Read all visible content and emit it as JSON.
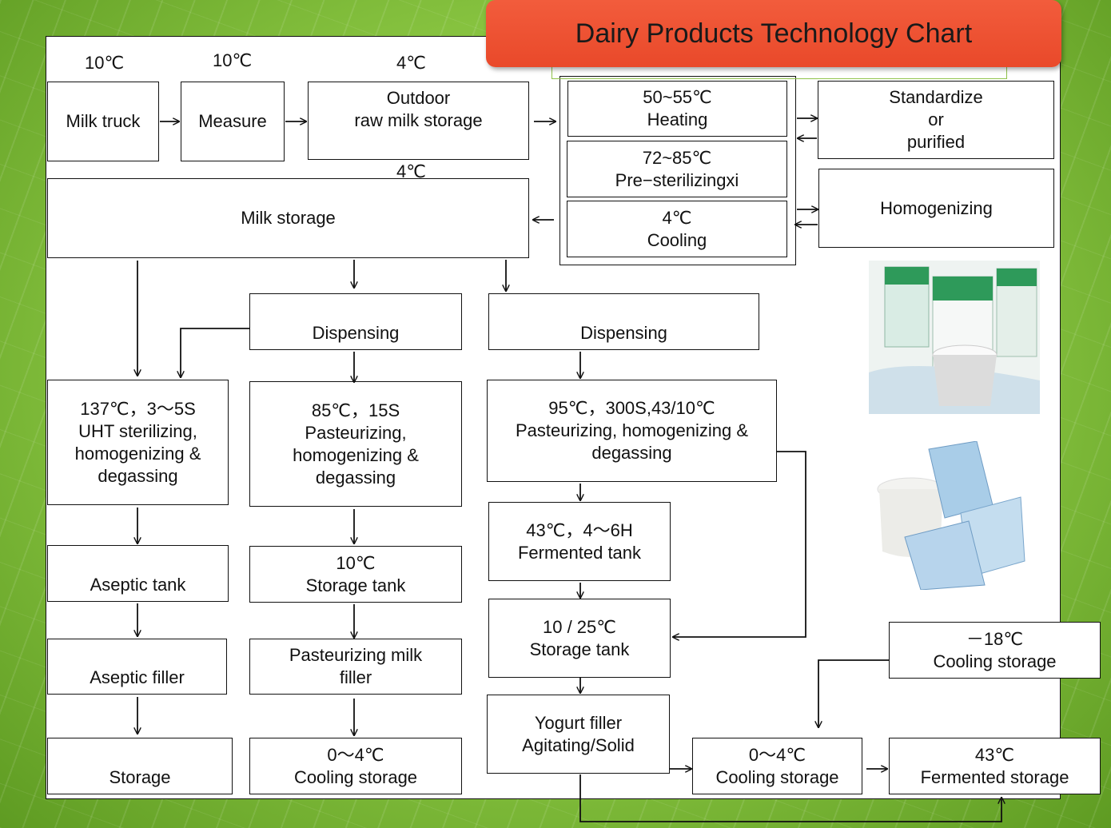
{
  "title": "Dairy Products Technology Chart",
  "temperatures": {
    "truck": "10℃",
    "measure": "10℃",
    "outdoor": "4℃",
    "milk_storage": "4℃"
  },
  "boxes": {
    "milk_truck": "Milk truck",
    "measure": "Measure",
    "outdoor_storage": "Outdoor\nraw milk storage",
    "heating": "50~55℃\nHeating",
    "pre_sterilizing": "72~85℃\nPre−sterilizingxi",
    "cooling": "4℃\nCooling",
    "standardize": "Standardize\nor\npurified",
    "homogenizing": "Homogenizing",
    "milk_storage": "Milk storage",
    "dispensing_1": "Dispensing",
    "dispensing_2": "Dispensing",
    "uht": "137℃，3～5S\nUHT sterilizing,\nhomogenizing &\ndegassing",
    "past_85": "85℃，15S\nPasteurizing,\nhomogenizing &\ndegassing",
    "past_95": "95℃，300S,43/10℃\nPasteurizing, homogenizing &\ndegassing",
    "aseptic_tank": "Aseptic tank",
    "storage_tank_10": "10℃\nStorage tank",
    "fermented_tank": "43℃，4～6H\nFermented tank",
    "aseptic_filler": "Aseptic filler",
    "past_milk_filler": "Pasteurizing milk\nfiller",
    "storage_tank_10_25": "10 / 25℃\nStorage tank",
    "storage": "Storage",
    "cooling_storage_1": "0～4℃\nCooling storage",
    "yogurt_filler": "Yogurt filler\nAgitating/Solid",
    "cooling_storage_2": "0～4℃\nCooling storage",
    "fermented_storage": "43℃\nFermented storage",
    "cooling_storage_18": "－18℃\nCooling storage"
  },
  "colors": {
    "banner": "#ee5535",
    "background": "#86c23f",
    "line": "#111111"
  },
  "images": {
    "top_photo": "milk-cartons-photo",
    "bottom_photo": "yogurt-packs-photo"
  }
}
